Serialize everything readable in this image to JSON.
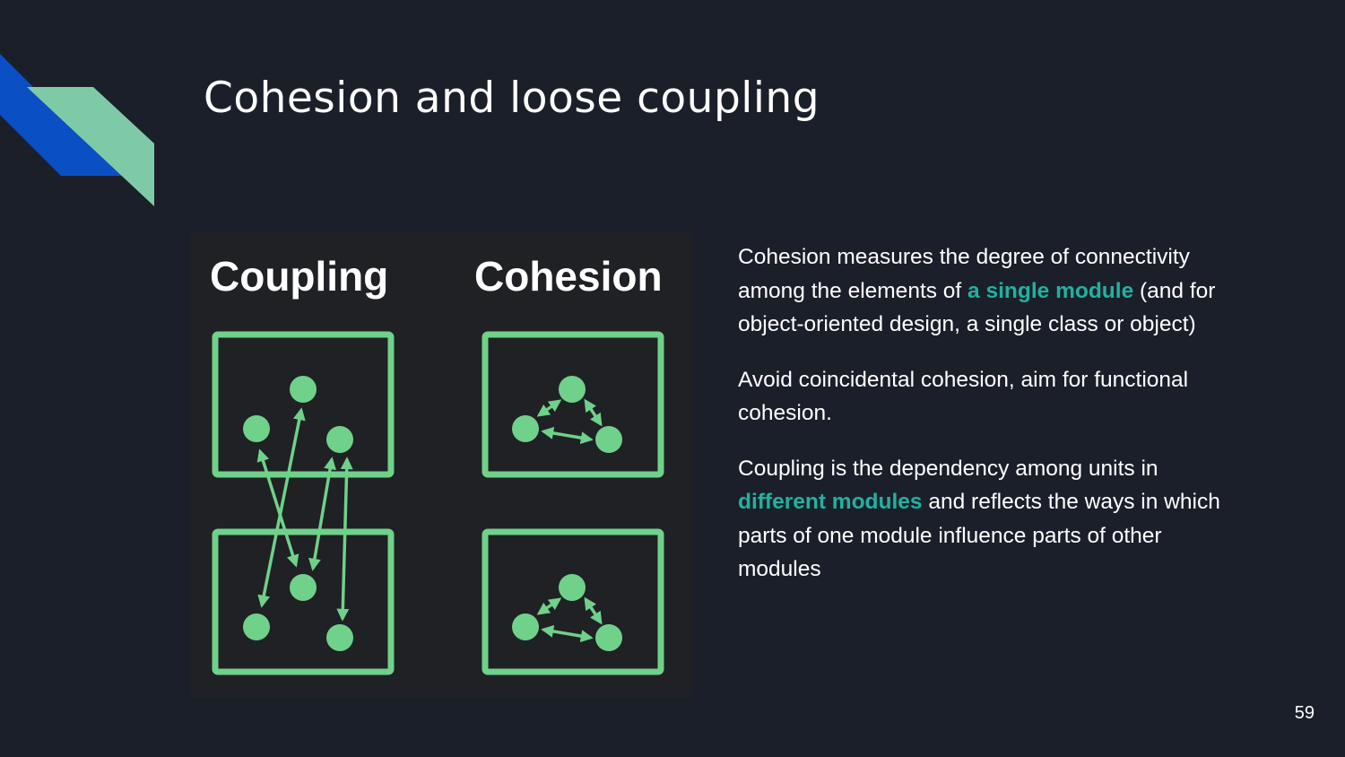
{
  "slide": {
    "title": "Cohesion and loose coupling",
    "page_number": "59",
    "accent_color": "#20b2a0",
    "decoration": {
      "name": "corner-chevron",
      "colors": [
        "#0b4fc4",
        "#7fcaa6"
      ]
    }
  },
  "figure": {
    "labels": {
      "coupling": "Coupling",
      "cohesion": "Cohesion"
    },
    "node_color": "#6fd18a"
  },
  "body": {
    "p1": {
      "before": "Cohesion measures the degree of connectivity among the elements of ",
      "highlight": "a single module",
      "after": " (and for object-oriented design, a single class or object)"
    },
    "p2": {
      "text": "Avoid coincidental cohesion, aim for functional cohesion."
    },
    "p3": {
      "before": "Coupling is the dependency among units in ",
      "highlight": "different modules",
      "after": " and reflects the ways in which parts of one module influence parts of other modules"
    }
  }
}
